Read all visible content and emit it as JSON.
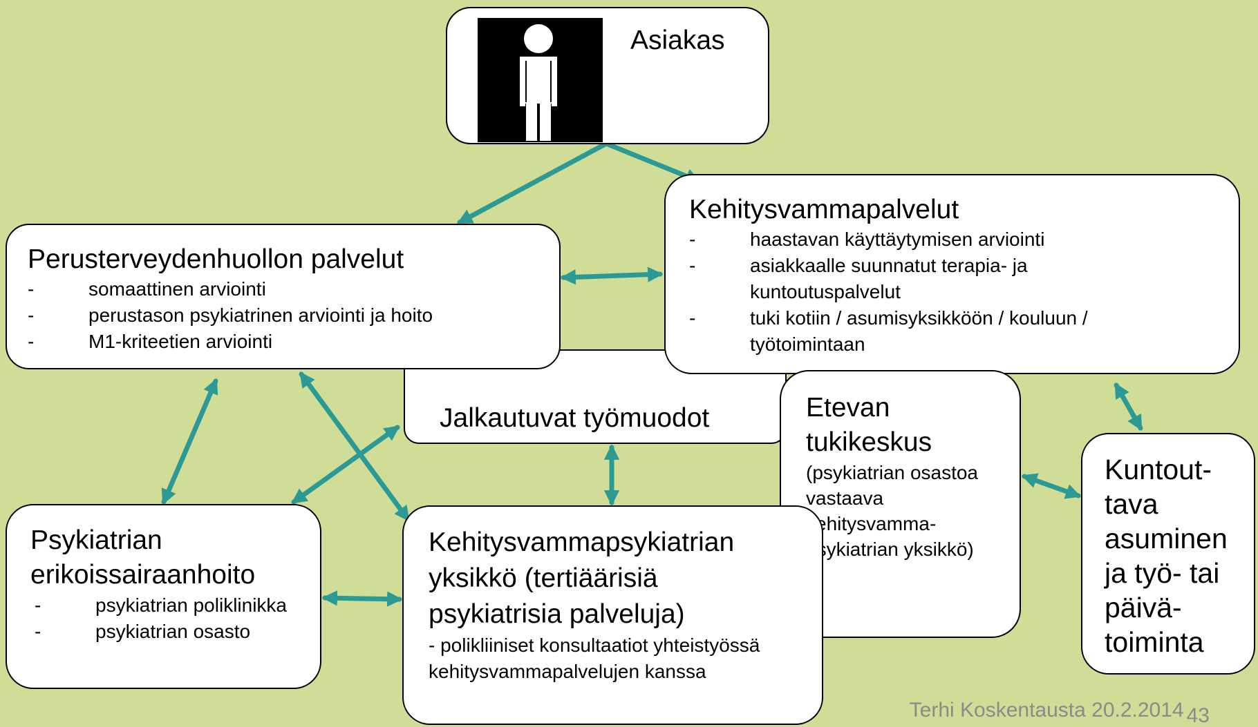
{
  "asiakas": {
    "label": "Asiakas",
    "icon": "person-icon"
  },
  "perus": {
    "title": "Perusterveydenhuollon palvelut",
    "items": [
      "somaattinen arviointi",
      "perustason psykiatrinen arviointi ja hoito",
      "M1-kriteetien arviointi"
    ]
  },
  "kehitys": {
    "title": "Kehitysvammapalvelut",
    "items": [
      "haastavan käyttäytymisen arviointi",
      "asiakkaalle suunnatut terapia- ja kuntoutuspalvelut",
      "tuki kotiin / asumisyksikköön / kouluun / työtoimintaan"
    ]
  },
  "jalkautuvat": {
    "label": "Jalkautuvat työmuodot"
  },
  "etevan": {
    "title": "Etevan tukikeskus",
    "desc": "(psykiatrian osastoa vastaava kehitysvamma-psykiatrian yksikkö)"
  },
  "kuntouttava": {
    "label": "Kuntout-tava asuminen ja työ- tai päivä-toiminta"
  },
  "psykiatrian": {
    "title": "Psykiatrian erikoissairaanhoito",
    "items": [
      "psykiatrian poliklinikka",
      "psykiatrian osasto"
    ]
  },
  "kvpsyk": {
    "title": "Kehitysvammapsykiatrian yksikkö (tertiäärisiä psykiatrisia palveluja)",
    "desc": "- polikliiniset konsultaatiot yhteistyössä kehitysvammapalvelujen kanssa"
  },
  "footer": {
    "author": "Terhi Koskentausta 20.2.2014",
    "page": "43"
  },
  "colors": {
    "background": "#cfdd97",
    "arrow": "#2c9a94",
    "box": "#ffffff"
  }
}
